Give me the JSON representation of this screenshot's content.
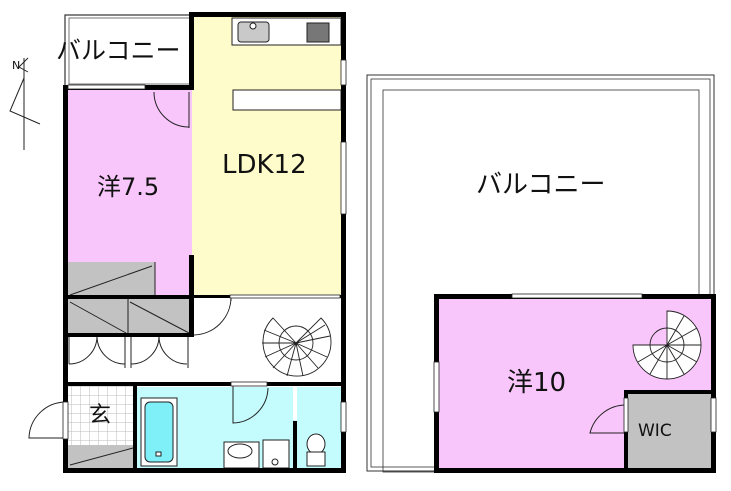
{
  "floor_plan": {
    "colors": {
      "western_room": "#f9c6fb",
      "ldk": "#fffccb",
      "wet_area": "#c4fbfc",
      "storage": "#c2c2c2",
      "wall": "#000000",
      "balcony": "#ffffff"
    },
    "floor1": {
      "balcony_label": "バルコニー",
      "ldk_label": "LDK12",
      "western_room_label": "洋7.5",
      "entrance_label": "玄"
    },
    "floor2": {
      "balcony_label": "バルコニー",
      "western_room_label": "洋10",
      "wic_label": "WIC"
    },
    "compass": {
      "label": "N"
    }
  }
}
